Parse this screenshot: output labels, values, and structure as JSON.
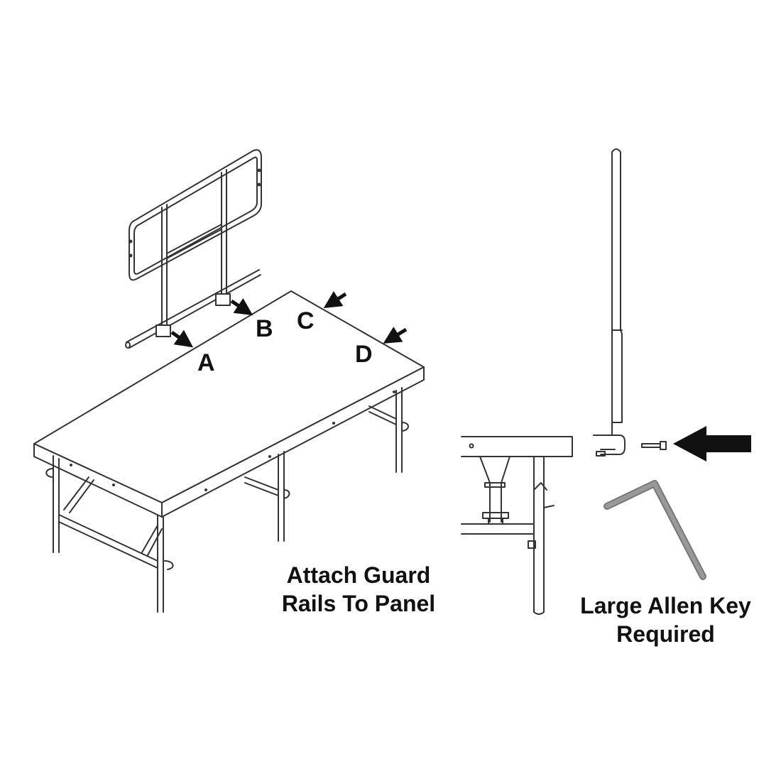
{
  "callouts": {
    "a": "A",
    "b": "B",
    "c": "C",
    "d": "D"
  },
  "captions": {
    "attach_line1": "Attach Guard",
    "attach_line2": "Rails To Panel",
    "allen_line1": "Large Allen Key",
    "allen_line2": "Required"
  },
  "colors": {
    "line": "#333333",
    "arrow": "#111111",
    "allen_key": "#777777"
  }
}
